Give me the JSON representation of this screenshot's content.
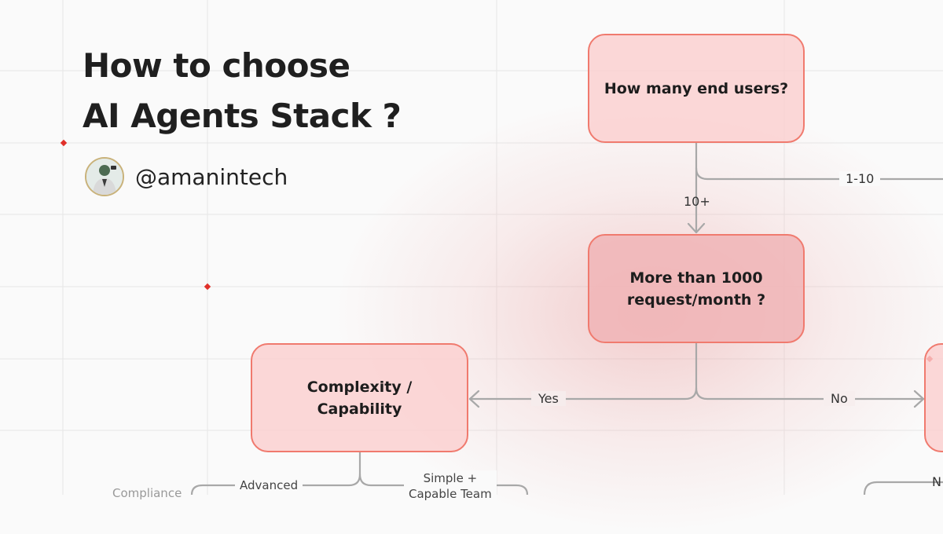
{
  "title": {
    "line1": "How to choose",
    "line2": "AI Agents Stack ?"
  },
  "author": {
    "handle": "@amanintech"
  },
  "nodes": {
    "end_users": "How many end users?",
    "requests": "More than 1000 request/month ?",
    "complexity": "Complexity / Capability"
  },
  "edge_labels": {
    "users_small": "1-10",
    "users_large": "10+",
    "requests_yes": "Yes",
    "requests_no": "No",
    "advanced": "Advanced",
    "simple_line1": "Simple +",
    "simple_line2": "Capable Team",
    "compliance": "Compliance",
    "partial_n": "N"
  },
  "colors": {
    "node_fill": "#fbcece",
    "node_border": "#f07a6e",
    "edge": "#a8a8a8",
    "marker": "#e0302a"
  }
}
